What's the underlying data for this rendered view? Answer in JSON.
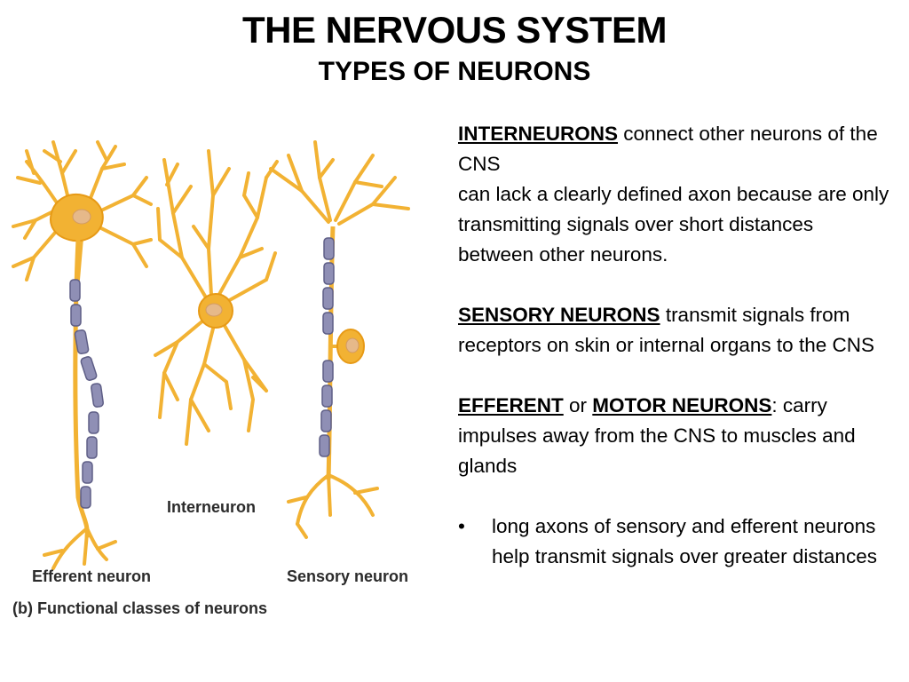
{
  "header": {
    "title": "THE NERVOUS SYSTEM",
    "subtitle": "TYPES OF NEURONS"
  },
  "colors": {
    "neuron_fill": "#f2b233",
    "neuron_stroke": "#e79a16",
    "nucleus": "#e6b98a",
    "myelin": "#8f8fb5"
  },
  "figure": {
    "labels": {
      "interneuron": "Interneuron",
      "efferent": "Efferent neuron",
      "sensory": "Sensory neuron"
    },
    "caption_prefix": "(b)",
    "caption": "Functional classes of neurons"
  },
  "text": {
    "interneurons": {
      "term": "INTERNEURONS",
      "rest": " connect other neurons of the CNS",
      "detail": "can lack a clearly defined axon because are only transmitting signals over short distances between other neurons."
    },
    "sensory": {
      "term": "SENSORY NEURONS",
      "rest": " transmit signals from receptors on skin or internal organs to the CNS"
    },
    "efferent": {
      "term1": "EFFERENT",
      "connector": " or ",
      "term2": "MOTOR NEURONS",
      "rest": ": carry impulses away from the CNS to muscles and glands"
    },
    "bullets": [
      {
        "marker": "•",
        "text": "long axons of sensory and efferent neurons help transmit signals over greater distances"
      }
    ]
  }
}
